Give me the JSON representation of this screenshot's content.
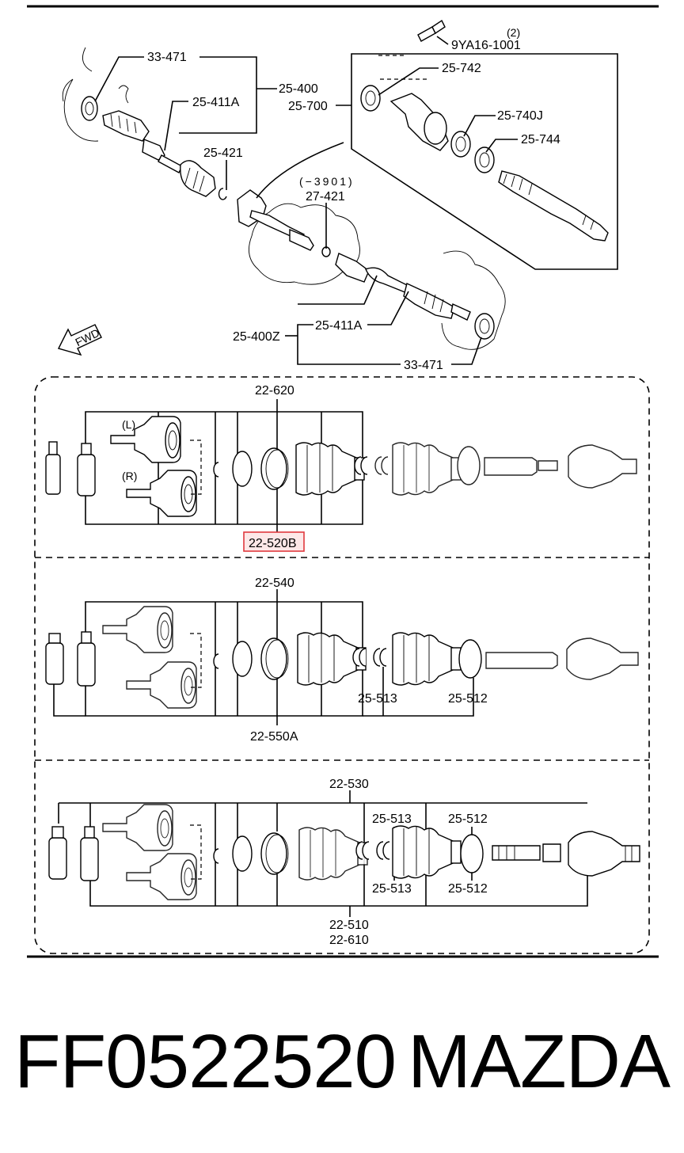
{
  "colors": {
    "line": "#000000",
    "highlight": "#e0393e",
    "highlight_fill": "#fde8e8",
    "background": "#ffffff"
  },
  "icons": {
    "direction": "fwd-arrow-icon"
  },
  "top": {
    "bolt_label": "9YA16-1001",
    "bolt_qty": "(2)",
    "qualifier": "(−3901)",
    "labels": {
      "l33471_top": "33-471",
      "l25400": "25-400",
      "l25411a_top": "25-411A",
      "l25421": "25-421",
      "l25700": "25-700",
      "l25742": "25-742",
      "l25740j": "25-740J",
      "l25744": "25-744",
      "l27421": "27-421",
      "l25400z": "25-400Z",
      "l25411a_bot": "25-411A",
      "l33471_bot": "33-471"
    },
    "fwd": "FWD"
  },
  "section1": {
    "top_label": "22-620",
    "bottom_label": "22-520B",
    "left_tag": "(L)",
    "right_tag": "(R)"
  },
  "section2": {
    "top_label": "22-540",
    "bottom_label": "22-550A",
    "l25513": "25-513",
    "l25512": "25-512"
  },
  "section3": {
    "top_label": "22-530",
    "l25513_top": "25-513",
    "l25512_top": "25-512",
    "l25513_bot": "25-513",
    "l25512_bot": "25-512",
    "bottom_label_1": "22-510",
    "bottom_label_2": "22-610"
  },
  "footer": {
    "part_number": "FF0522520",
    "brand": "MAZDA"
  }
}
